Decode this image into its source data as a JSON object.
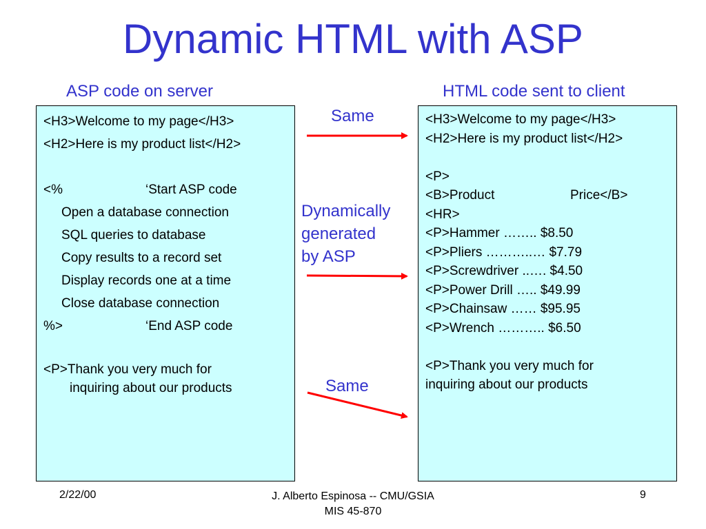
{
  "slide": {
    "title": "Dynamic HTML with ASP",
    "left_heading": "ASP code on server",
    "right_heading": "HTML code sent to client",
    "left_code": {
      "l1": "<H3>Welcome to my page</H3>",
      "l2": "<H2>Here is my product list</H2>",
      "l3a": "<%",
      "l3b": "‘Start ASP code",
      "l4": "Open a database connection",
      "l5": "SQL queries to database",
      "l6": "Copy results to a record set",
      "l7": "Display records one at a time",
      "l8": "Close database connection",
      "l9a": "%>",
      "l9b": "‘End ASP code",
      "l10": "<P>Thank you very much for",
      "l11": "inquiring about our products"
    },
    "right_code": {
      "r1": "<H3>Welcome to my page</H3>",
      "r2": "<H2>Here is my product list</H2>",
      "r3": "<P>",
      "r4a": "<B>Product",
      "r4b": "Price</B>",
      "r5": "<HR>",
      "r6": "<P>Hammer …….. $8.50",
      "r7": "<P>Pliers ………..… $7.79",
      "r8": "<P>Screwdriver ..…. $4.50",
      "r9": "<P>Power Drill ….. $49.99",
      "r10": "<P>Chainsaw …… $95.95",
      "r11": "<P>Wrench ……….. $6.50",
      "r12": "<P>Thank you very much for",
      "r13": "inquiring about our products"
    },
    "labels": {
      "same_top": "Same",
      "dynamic_1": "Dynamically",
      "dynamic_2": "generated",
      "dynamic_3": "by ASP",
      "same_bottom": "Same"
    },
    "footer": {
      "date": "2/22/00",
      "author": "J. Alberto Espinosa -- CMU/GSIA",
      "course": "MIS 45-870",
      "page": "9"
    },
    "colors": {
      "title": "#3333cc",
      "panel_bg": "#ccffff",
      "arrow": "#ff0000"
    }
  }
}
